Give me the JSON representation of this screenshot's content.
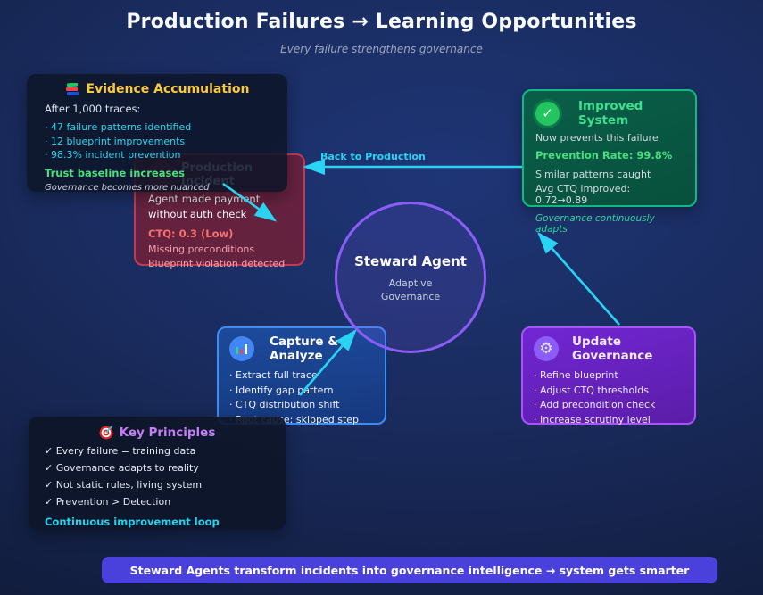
{
  "header": {
    "title": "Production Failures → Learning Opportunities",
    "subtitle": "Every failure strengthens governance"
  },
  "evidence": {
    "title": "Evidence Accumulation",
    "intro": "After 1,000 traces:",
    "items": [
      "· 47 failure patterns identified",
      "· 12 blueprint improvements",
      "· 98.3% incident prevention"
    ],
    "highlight": "Trust baseline increases",
    "note": "Governance becomes more nuanced"
  },
  "incident": {
    "title": "Production Incident",
    "line1": "Agent made payment",
    "line2": "without auth check",
    "ctq": "CTQ: 0.3 (Low)",
    "items": [
      "Missing preconditions",
      "Blueprint violation detected"
    ]
  },
  "improved": {
    "title": "Improved System",
    "line1": "Now prevents this failure",
    "rate": "Prevention Rate: 99.8%",
    "line2": "Similar patterns caught",
    "line3": "Avg CTQ improved: 0.72→0.89",
    "note": "Governance continuously adapts"
  },
  "agent": {
    "title": "Steward Agent",
    "sub1": "Adaptive",
    "sub2": "Governance"
  },
  "capture": {
    "title": "Capture & Analyze",
    "items": [
      "· Extract full trace",
      "· Identify gap pattern",
      "· CTQ distribution shift",
      "· Root cause: skipped step"
    ]
  },
  "governance": {
    "title": "Update Governance",
    "items": [
      "· Refine blueprint",
      "· Adjust CTQ thresholds",
      "· Add precondition check",
      "· Increase scrutiny level"
    ]
  },
  "principles": {
    "title": "Key Principles",
    "items": [
      "✓ Every failure = training data",
      "✓ Governance adapts to reality",
      "✓ Not static rules, living system",
      "✓ Prevention > Detection"
    ],
    "highlight": "Continuous improvement loop"
  },
  "labels": {
    "back_to_production": "Back to Production"
  },
  "banner": {
    "text": "Steward Agents transform incidents into governance intelligence → system gets smarter"
  },
  "icons": {
    "warning": "⚠",
    "check": "✓",
    "gear": "⚙"
  },
  "colors": {
    "accent_cyan": "#22d3ee",
    "green": "#10b981",
    "red_border": "#c23b55",
    "purple": "#8b5cf6",
    "blue": "#3f8cf3",
    "banner_indigo": "#4a41dd",
    "title_yellow": "#fbc93c"
  }
}
